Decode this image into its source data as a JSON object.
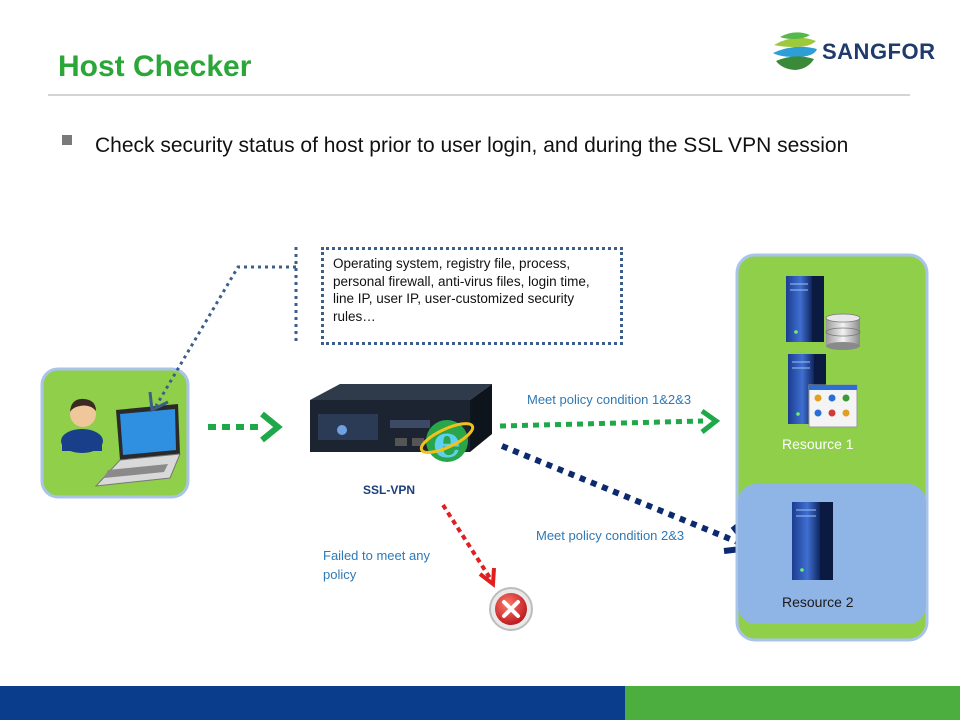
{
  "header": {
    "title": "Host Checker",
    "logo_text": "SANGFOR",
    "brand_color": "#2ba73a"
  },
  "bullets": [
    {
      "text": "Check security status of host prior to user login, and during the SSL VPN session"
    }
  ],
  "diagram": {
    "callout": "Operating system, registry file, process, personal firewall, anti-virus files, login time, line IP, user IP, user-customized security rules…",
    "device_label": "SSL-VPN",
    "paths": [
      {
        "label": "Meet policy condition 1&2&3",
        "target": "Resource 1",
        "color": "#1ea84a"
      },
      {
        "label": "Meet policy condition  2&3",
        "target": "Resource 2",
        "color": "#0d2a6e"
      },
      {
        "label": "Failed to meet any policy",
        "target": "denied",
        "color": "#e02020"
      }
    ],
    "resources": [
      {
        "label": "Resource 1"
      },
      {
        "label": "Resource 2"
      }
    ],
    "icons": [
      "user-icon",
      "laptop-icon",
      "ssl-vpn-appliance-icon",
      "ie-browser-icon",
      "server-icon",
      "database-icon",
      "apps-window-icon",
      "error-x-icon"
    ]
  },
  "footer": {
    "colors": [
      "#0a3e8c",
      "#4cae3f"
    ]
  }
}
